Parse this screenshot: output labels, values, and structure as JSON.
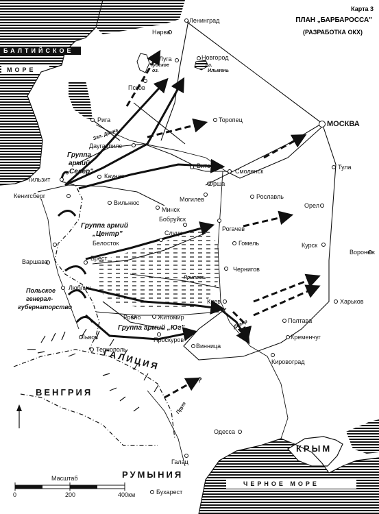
{
  "header": {
    "map_number": "Карта 3",
    "title": "ПЛАН „БАРБАРОССА\"",
    "subtitle": "(РАЗРАБОТКА ОКХ)"
  },
  "cities": {
    "leningrad": "Ленинград",
    "narva": "Нарва",
    "luga": "Луга",
    "novgorod": "Новгород",
    "pskov": "Псков",
    "riga": "Рига",
    "toropets": "Торопец",
    "moscow": "МОСКВА",
    "daugavpils": "Даугавпилс",
    "tilsit": "Тильзит",
    "kaunas": "Каунас",
    "vilnius": "Вильнюс",
    "koenigsberg": "Кенигсберг",
    "vitebsk": "Витебск",
    "smolensk": "Смоленск",
    "orsha": "Орша",
    "tula": "Тула",
    "roslavl": "Рославль",
    "mogilev": "Могилев",
    "minsk": "Минск",
    "orel": "Орел",
    "bobruisk": "Бобруйск",
    "slutsk": "Слуцк",
    "rogachev": "Рогачев",
    "belostok": "Белосток",
    "kursk": "Курск",
    "gomel": "Гомель",
    "voronezh": "Воронеж",
    "warsaw": "Варшава",
    "brest": "Брест",
    "chernigov": "Чернигов",
    "lublin": "Люблин",
    "kiev": "Киев",
    "kharkov": "Харьков",
    "rovno": "Ровно",
    "zhitomir": "Житомир",
    "poltava": "Полтава",
    "lvov": "Львов",
    "proskurov": "Проскуров",
    "kremenchug": "Кременчуг",
    "ternopol": "Тернополь",
    "vinnitsa": "Винница",
    "kirovograd": "Кировоград",
    "odessa": "Одесса",
    "galats": "Галац",
    "bucharest": "Бухарест"
  },
  "regions": {
    "baltic_sea_1": "БАЛТИЙСКОЕ",
    "baltic_sea_2": "МОРЕ",
    "galicia": "ГАЛИЦИЯ",
    "hungary": "ВЕНГРИЯ",
    "romania": "РУМЫНИЯ",
    "crimea": "КРЫМ",
    "black_sea": "ЧЕРНОЕ  МОРЕ",
    "general_gov_1": "Польское",
    "general_gov_2": "генерал-",
    "general_gov_3": "губернаторство",
    "chudskoe_1": "Чудское",
    "chudskoe_2": "оз.",
    "ilmen_1": "оз.",
    "ilmen_2": "Ильмень"
  },
  "army_groups": {
    "north_1": "Группа",
    "north_2": "армий",
    "north_3": "„Север\"",
    "center_1": "Группа армий",
    "center_2": "„Центр\"",
    "south": "Группа армий „Юг\""
  },
  "rivers": {
    "dvina": "Зап. Двина",
    "pripyat": "Припять",
    "dnepr": "Днепр",
    "prut": "Прут"
  },
  "scale": {
    "title": "Масштаб",
    "tick_0": "0",
    "tick_200": "200",
    "tick_400": "400км"
  },
  "misc": {
    "question": "?"
  },
  "colors": {
    "ink": "#111111",
    "paper": "#ffffff"
  }
}
